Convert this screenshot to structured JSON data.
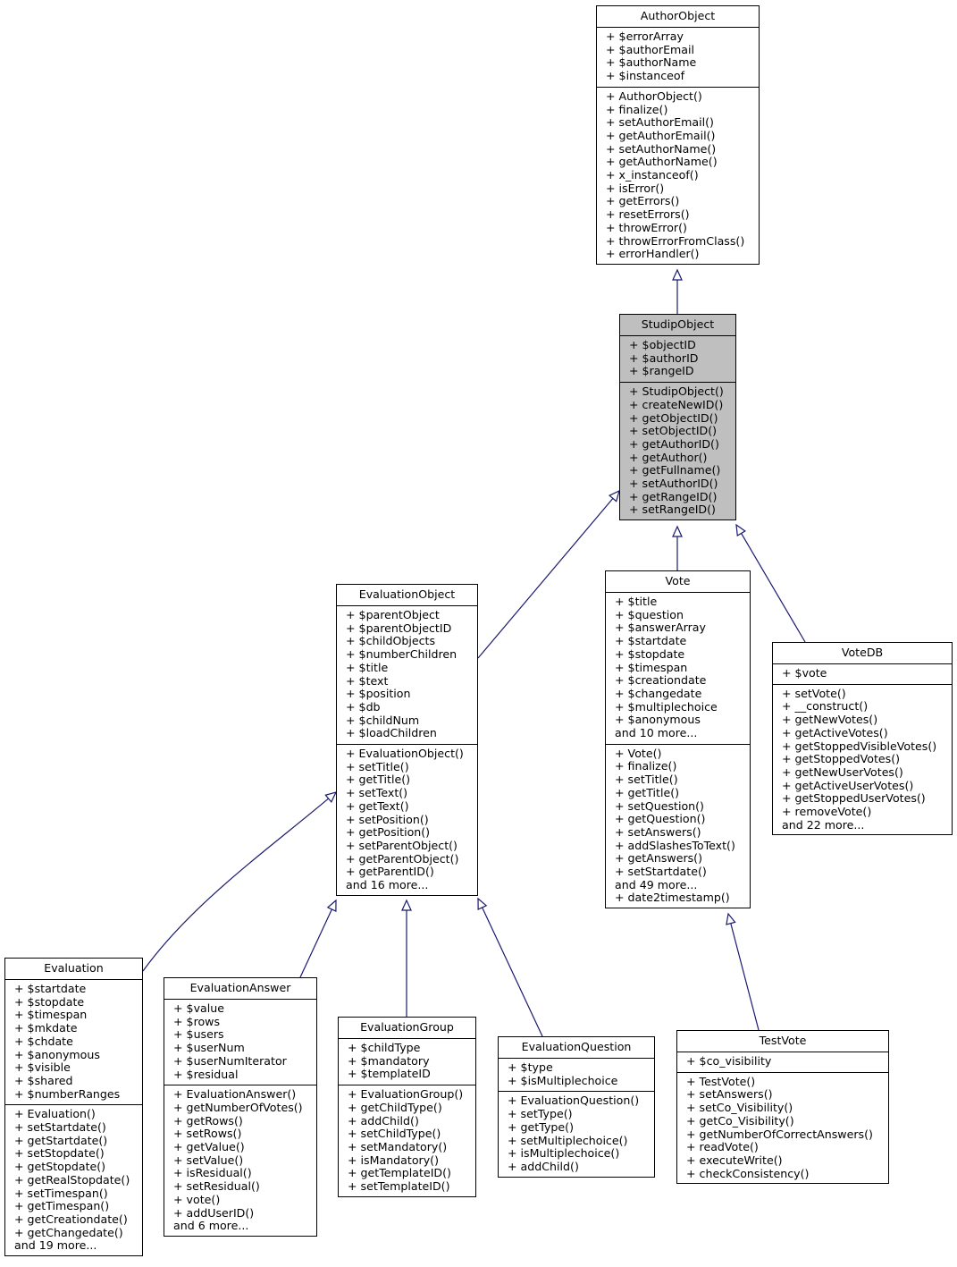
{
  "colors": {
    "edge": "#191970",
    "focus_fill": "#bfbfbf",
    "box_fill": "#ffffff"
  },
  "classes": [
    {
      "id": "AuthorObject",
      "title": "AuthorObject",
      "attributes": [
        "+ $errorArray",
        "+ $authorEmail",
        "+ $authorName",
        "+ $instanceof"
      ],
      "operations": [
        "+ AuthorObject()",
        "+ finalize()",
        "+ setAuthorEmail()",
        "+ getAuthorEmail()",
        "+ setAuthorName()",
        "+ getAuthorName()",
        "+ x_instanceof()",
        "+ isError()",
        "+ getErrors()",
        "+ resetErrors()",
        "+ throwError()",
        "+ throwErrorFromClass()",
        "+ errorHandler()"
      ]
    },
    {
      "id": "StudipObject",
      "title": "StudipObject",
      "focus": true,
      "attributes": [
        "+ $objectID",
        "+ $authorID",
        "+ $rangeID"
      ],
      "operations": [
        "+ StudipObject()",
        "+ createNewID()",
        "+ getObjectID()",
        "+ setObjectID()",
        "+ getAuthorID()",
        "+ getAuthor()",
        "+ getFullname()",
        "+ setAuthorID()",
        "+ getRangeID()",
        "+ setRangeID()"
      ]
    },
    {
      "id": "EvaluationObject",
      "title": "EvaluationObject",
      "attributes": [
        "+ $parentObject",
        "+ $parentObjectID",
        "+ $childObjects",
        "+ $numberChildren",
        "+ $title",
        "+ $text",
        "+ $position",
        "+ $db",
        "+ $childNum",
        "+ $loadChildren"
      ],
      "operations": [
        "+ EvaluationObject()",
        "+ setTitle()",
        "+ getTitle()",
        "+ setText()",
        "+ getText()",
        "+ setPosition()",
        "+ getPosition()",
        "+ setParentObject()",
        "+ getParentObject()",
        "+ getParentID()",
        "and 16 more..."
      ]
    },
    {
      "id": "Vote",
      "title": "Vote",
      "attributes": [
        "+ $title",
        "+ $question",
        "+ $answerArray",
        "+ $startdate",
        "+ $stopdate",
        "+ $timespan",
        "+ $creationdate",
        "+ $changedate",
        "+ $multiplechoice",
        "+ $anonymous",
        "and 10 more..."
      ],
      "operations": [
        "+ Vote()",
        "+ finalize()",
        "+ setTitle()",
        "+ getTitle()",
        "+ setQuestion()",
        "+ getQuestion()",
        "+ setAnswers()",
        "+ addSlashesToText()",
        "+ getAnswers()",
        "+ setStartdate()",
        "and 49 more...",
        "+ date2timestamp()"
      ]
    },
    {
      "id": "VoteDB",
      "title": "VoteDB",
      "attributes": [
        "+ $vote"
      ],
      "operations": [
        "+ setVote()",
        "+ __construct()",
        "+ getNewVotes()",
        "+ getActiveVotes()",
        "+ getStoppedVisibleVotes()",
        "+ getStoppedVotes()",
        "+ getNewUserVotes()",
        "+ getActiveUserVotes()",
        "+ getStoppedUserVotes()",
        "+ removeVote()",
        "and 22 more..."
      ]
    },
    {
      "id": "Evaluation",
      "title": "Evaluation",
      "attributes": [
        "+ $startdate",
        "+ $stopdate",
        "+ $timespan",
        "+ $mkdate",
        "+ $chdate",
        "+ $anonymous",
        "+ $visible",
        "+ $shared",
        "+ $numberRanges"
      ],
      "operations": [
        "+ Evaluation()",
        "+ setStartdate()",
        "+ getStartdate()",
        "+ setStopdate()",
        "+ getStopdate()",
        "+ getRealStopdate()",
        "+ setTimespan()",
        "+ getTimespan()",
        "+ getCreationdate()",
        "+ getChangedate()",
        "and 19 more..."
      ]
    },
    {
      "id": "EvaluationAnswer",
      "title": "EvaluationAnswer",
      "attributes": [
        "+ $value",
        "+ $rows",
        "+ $users",
        "+ $userNum",
        "+ $userNumIterator",
        "+ $residual"
      ],
      "operations": [
        "+ EvaluationAnswer()",
        "+ getNumberOfVotes()",
        "+ getRows()",
        "+ setRows()",
        "+ getValue()",
        "+ setValue()",
        "+ isResidual()",
        "+ setResidual()",
        "+ vote()",
        "+ addUserID()",
        "and 6 more..."
      ]
    },
    {
      "id": "EvaluationGroup",
      "title": "EvaluationGroup",
      "attributes": [
        "+ $childType",
        "+ $mandatory",
        "+ $templateID"
      ],
      "operations": [
        "+ EvaluationGroup()",
        "+ getChildType()",
        "+ addChild()",
        "+ setChildType()",
        "+ setMandatory()",
        "+ isMandatory()",
        "+ getTemplateID()",
        "+ setTemplateID()"
      ]
    },
    {
      "id": "EvaluationQuestion",
      "title": "EvaluationQuestion",
      "attributes": [
        "+ $type",
        "+ $isMultiplechoice"
      ],
      "operations": [
        "+ EvaluationQuestion()",
        "+ setType()",
        "+ getType()",
        "+ setMultiplechoice()",
        "+ isMultiplechoice()",
        "+ addChild()"
      ]
    },
    {
      "id": "TestVote",
      "title": "TestVote",
      "attributes": [
        "+ $co_visibility"
      ],
      "operations": [
        "+ TestVote()",
        "+ setAnswers()",
        "+ setCo_Visibility()",
        "+ getCo_Visibility()",
        "+ getNumberOfCorrectAnswers()",
        "+ readVote()",
        "+ executeWrite()",
        "+ checkConsistency()"
      ]
    }
  ],
  "inheritance": [
    {
      "from": "StudipObject",
      "to": "AuthorObject"
    },
    {
      "from": "EvaluationObject",
      "to": "StudipObject"
    },
    {
      "from": "Vote",
      "to": "StudipObject"
    },
    {
      "from": "VoteDB",
      "to": "StudipObject"
    },
    {
      "from": "Evaluation",
      "to": "EvaluationObject"
    },
    {
      "from": "EvaluationAnswer",
      "to": "EvaluationObject"
    },
    {
      "from": "EvaluationGroup",
      "to": "EvaluationObject"
    },
    {
      "from": "EvaluationQuestion",
      "to": "EvaluationObject"
    },
    {
      "from": "TestVote",
      "to": "Vote"
    }
  ]
}
